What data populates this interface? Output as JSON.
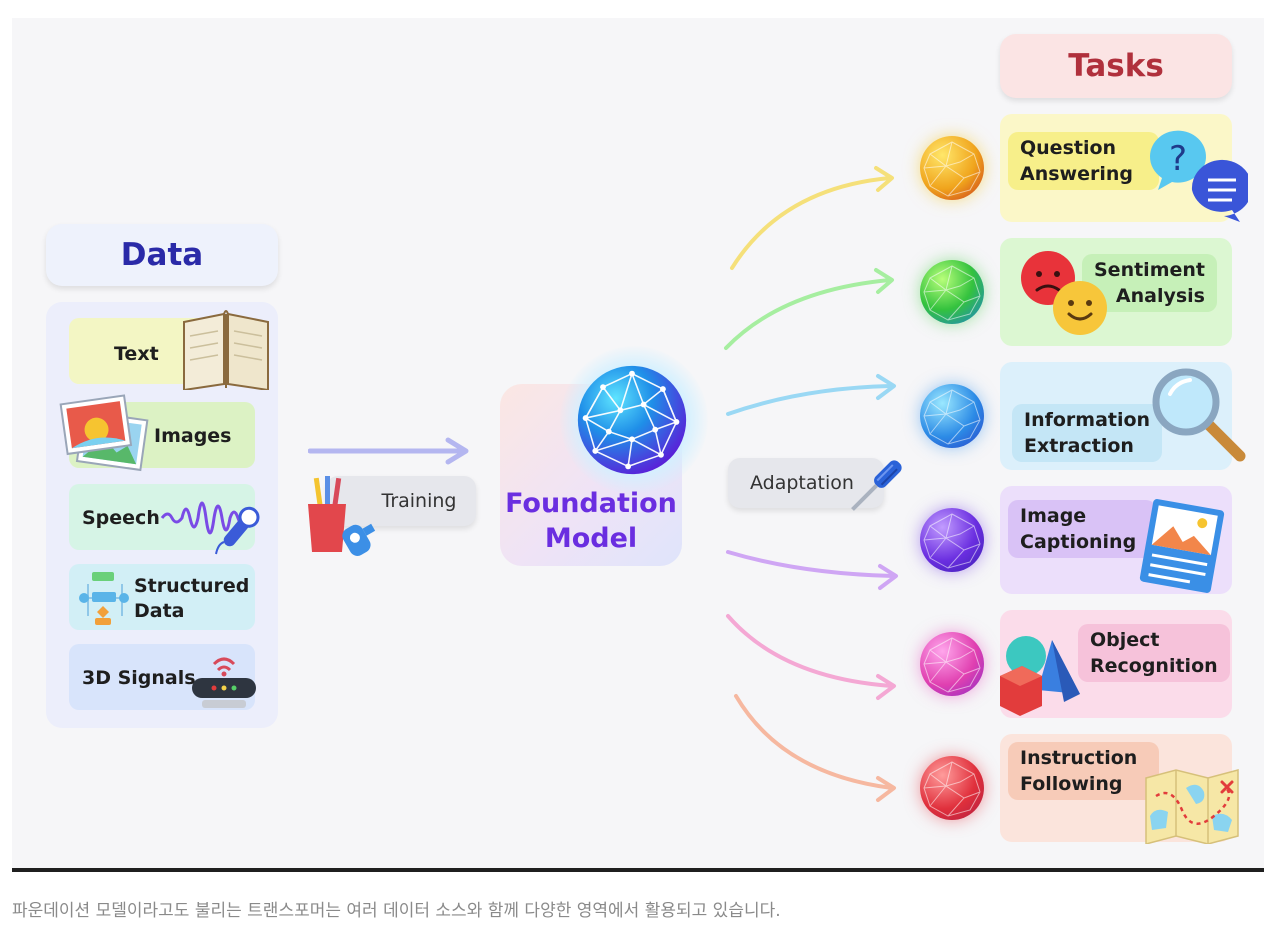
{
  "data_panel": {
    "title": "Data",
    "items": [
      "Text",
      "Images",
      "Speech",
      "Structured Data",
      "3D Signals"
    ],
    "structured_lines": [
      "Structured",
      "Data"
    ]
  },
  "training": {
    "label": "Training"
  },
  "foundation": {
    "line1": "Foundation",
    "line2": "Model"
  },
  "adaptation": {
    "label": "Adaptation"
  },
  "tasks": {
    "title": "Tasks",
    "items": [
      {
        "lines": [
          "Question",
          "Answering"
        ],
        "color": "#f4d400"
      },
      {
        "lines": [
          "Sentiment",
          "Analysis"
        ],
        "color": "#3fbf3f"
      },
      {
        "lines": [
          "Information",
          "Extraction"
        ],
        "color": "#2c8be6"
      },
      {
        "lines": [
          "Image",
          "Captioning"
        ],
        "color": "#6a2ee0"
      },
      {
        "lines": [
          "Object",
          "Recognition"
        ],
        "color": "#e040b0"
      },
      {
        "lines": [
          "Instruction",
          "Following"
        ],
        "color": "#e0303c"
      }
    ]
  },
  "colors": {
    "data_title": "#2a2aa8",
    "tasks_title": "#b0303c",
    "foundation_text": "#6a2ee0"
  },
  "caption": "파운데이션 모델이라고도 불리는 트랜스포머는 여러 데이터 소스와 함께 다양한 영역에서 활용되고 있습니다."
}
